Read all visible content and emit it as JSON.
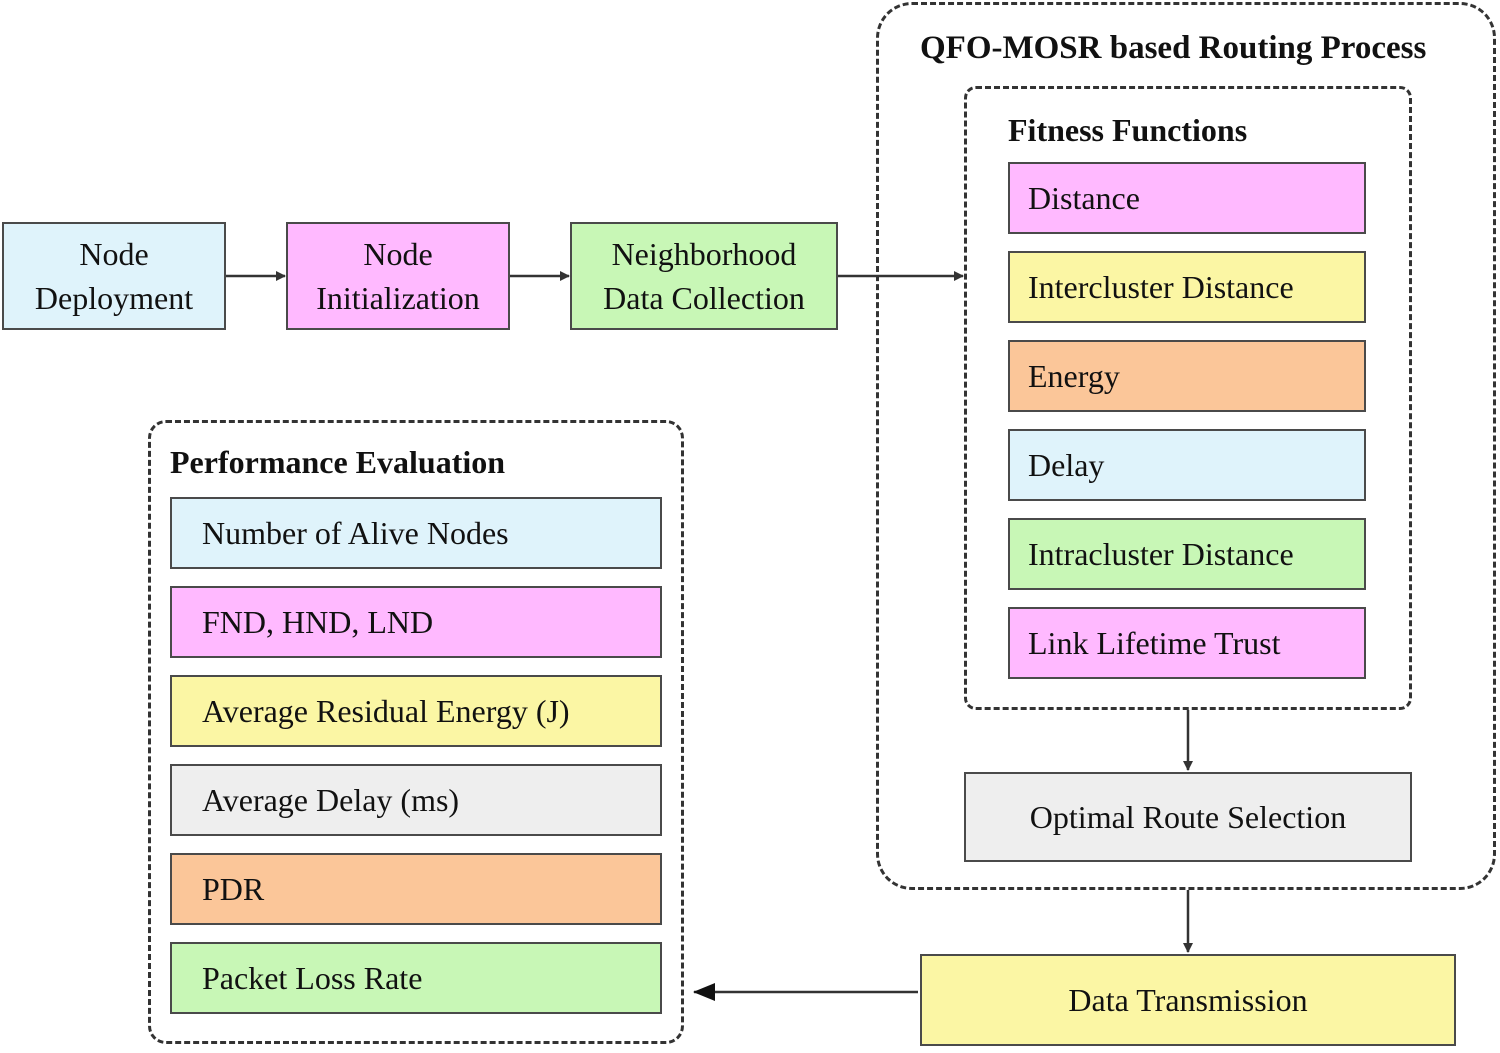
{
  "colors": {
    "light_blue": "#dff3fb",
    "pink": "#ffb9ff",
    "green": "#c8f7b6",
    "yellow": "#fbf6a4",
    "orange": "#fbc699",
    "grey": "#eeeeee",
    "border": "#4a4a4a",
    "line": "#333333"
  },
  "flow": {
    "node_deployment": {
      "line1": "Node",
      "line2": "Deployment"
    },
    "node_initialization": {
      "line1": "Node",
      "line2": "Initialization"
    },
    "neighborhood_data_collection": {
      "line1": "Neighborhood",
      "line2": "Data Collection"
    }
  },
  "routing": {
    "title": "QFO-MOSR based Routing Process",
    "fitness": {
      "title": "Fitness Functions",
      "items": [
        "Distance",
        "Intercluster Distance",
        "Energy",
        "Delay",
        "Intracluster Distance",
        "Link Lifetime Trust"
      ]
    },
    "optimal_route_selection": "Optimal Route Selection"
  },
  "data_transmission": "Data Transmission",
  "performance": {
    "title": "Performance Evaluation",
    "items": [
      "Number of Alive Nodes",
      "FND, HND, LND",
      "Average Residual Energy (J)",
      "Average Delay (ms)",
      "PDR",
      "Packet Loss Rate"
    ]
  }
}
